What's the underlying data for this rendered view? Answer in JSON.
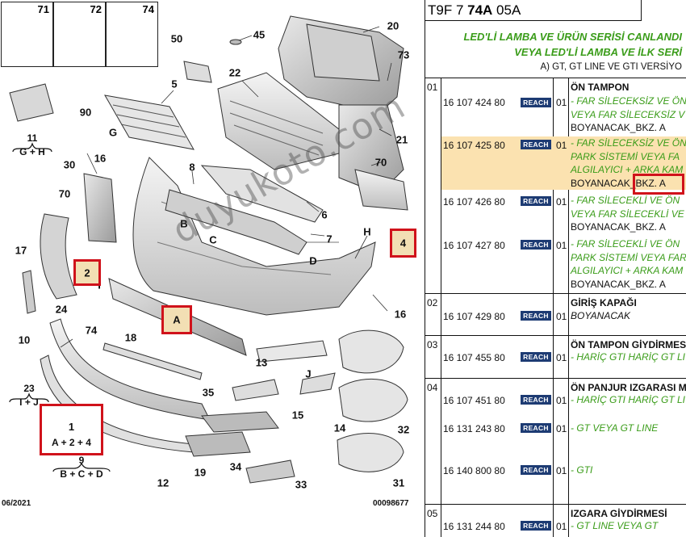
{
  "diagram": {
    "fasteners": [
      "71",
      "72",
      "74"
    ],
    "callouts": [
      "50",
      "45",
      "20",
      "73",
      "22",
      "21",
      "5",
      "90",
      "70",
      "G",
      "16",
      "30",
      "8",
      "6",
      "7",
      "H",
      "B",
      "C",
      "D",
      "70",
      "17",
      "I",
      "74",
      "24",
      "10",
      "18",
      "A",
      "13",
      "J",
      "16",
      "35",
      "15",
      "14",
      "32",
      "19",
      "34",
      "33",
      "31",
      "12"
    ],
    "braces": [
      {
        "top": "11",
        "bottom": "G + H"
      },
      {
        "top": "23",
        "bottom": "I + J"
      },
      {
        "top": "9",
        "bottom": "B + C + D"
      }
    ],
    "highlight_boxes": [
      {
        "label": "2"
      },
      {
        "label": "A"
      },
      {
        "label": "4"
      },
      {
        "label": "1",
        "sub": "A + 2 + 4"
      }
    ],
    "date": "06/2021",
    "ref": "00098677",
    "watermark": "duyukoto.com"
  },
  "table": {
    "code_prefix": "T9F 7 ",
    "code_bold": "74A",
    "code_suffix": " 05A",
    "header_line1": "LED'Lİ LAMBA VE ÜRÜN SERİSİ CANLANDI",
    "header_line2": "VEYA LED'Lİ LAMBA VE İLK SERİ",
    "header_line3": "A) GT, GT LINE VE GTI VERSİYO",
    "reach_label": "REACH",
    "sections": [
      {
        "num": "01",
        "title": "ÖN TAMPON",
        "rows": [
          {
            "pn": "16 107 424 80",
            "qty": "01",
            "lines": [
              "- FAR SİLECEKSİZ VE ÖN",
              "VEYA FAR SİLECEKSİZ V"
            ],
            "italic": "BOYANACAK_BKZ. A"
          },
          {
            "pn": "16 107 425 80",
            "qty": "01",
            "lines": [
              "- FAR SİLECEKSİZ VE ÖN",
              "PARK SİSTEMİ VEYA FA",
              "ALGILAYICI + ARKA KAM"
            ],
            "italic": "BOYANACAK_BKZ. A",
            "highlight": true
          },
          {
            "pn": "16 107 426 80",
            "qty": "01",
            "lines": [
              "- FAR SİLECEKLİ VE ÖN",
              "VEYA FAR SİLECEKLİ VE"
            ],
            "italic": "BOYANACAK_BKZ. A"
          },
          {
            "pn": "16 107 427 80",
            "qty": "01",
            "lines": [
              "- FAR SİLECEKLİ VE ÖN",
              "PARK SİSTEMİ VEYA FAR",
              "ALGILAYICI + ARKA KAM"
            ],
            "italic": "BOYANACAK_BKZ. A"
          }
        ]
      },
      {
        "num": "02",
        "title": "GİRİŞ KAPAĞI",
        "rows": [
          {
            "pn": "16 107 429 80",
            "qty": "01",
            "lines": [],
            "italic": "BOYANACAK"
          }
        ]
      },
      {
        "num": "03",
        "title": "ÖN TAMPON GİYDİRMES",
        "rows": [
          {
            "pn": "16 107 455 80",
            "qty": "01",
            "lines": [
              "- HARİÇ GTI HARİÇ GT LI"
            ],
            "italic": ""
          }
        ]
      },
      {
        "num": "04",
        "title": "ÖN PANJUR IZGARASI M",
        "rows": [
          {
            "pn": "16 107 451 80",
            "qty": "01",
            "lines": [
              "- HARİÇ GTI HARİÇ GT LI"
            ],
            "italic": ""
          },
          {
            "pn": "16 131 243 80",
            "qty": "01",
            "lines": [
              "- GT VEYA GT LINE"
            ],
            "italic": ""
          },
          {
            "pn": "16 140 800 80",
            "qty": "01",
            "lines": [
              "- GTI"
            ],
            "italic": ""
          }
        ]
      },
      {
        "num": "05",
        "title": "IZGARA GİYDİRMESİ",
        "rows": [
          {
            "pn": "16 131 244 80",
            "qty": "01",
            "lines": [
              "- GT LINE VEYA GT"
            ],
            "italic": ""
          }
        ]
      }
    ]
  },
  "colors": {
    "green": "#3a9c19",
    "highlight": "#fbe2b0",
    "red": "#d0121b",
    "reach": "#1d3b73"
  }
}
